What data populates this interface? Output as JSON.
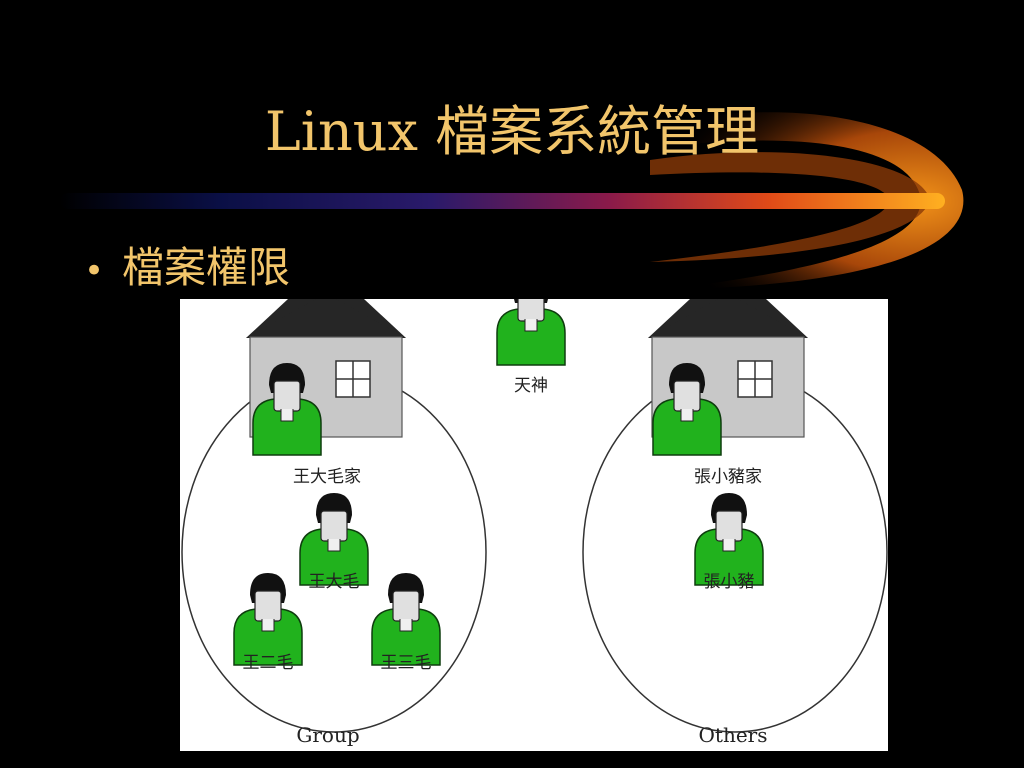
{
  "slide": {
    "title": "Linux 檔案系統管理",
    "bullet_marker": "•",
    "bullet_text": "檔案權限"
  },
  "diagram": {
    "god_label": "天神",
    "left_house_label": "王大毛家",
    "right_house_label": "張小豬家",
    "left_group": {
      "owner_label": "王大毛",
      "member1_label": "王二毛",
      "member2_label": "王三毛",
      "group_label": "Group"
    },
    "right_group": {
      "owner_label": "張小豬",
      "others_label": "Others"
    }
  },
  "colors": {
    "background": "#000000",
    "title_text": "#f2c56b",
    "person_green": "#21b21d",
    "house_wall": "#c8c8c8",
    "roof": "#262626"
  }
}
